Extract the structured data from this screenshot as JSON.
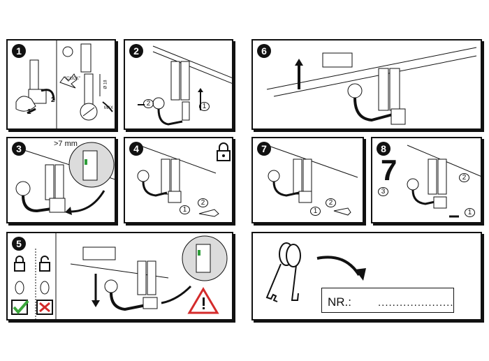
{
  "colors": {
    "ink": "#111111",
    "check": "#3aa63a",
    "cross": "#d42b2b",
    "warning": "#d42b2b",
    "fill_gray": "#dcdcdc",
    "accent_green": "#2e9e3a"
  },
  "steps": [
    {
      "num": "1",
      "labels": {
        "a": "1",
        "b": "2",
        "click": "\"CLICK\"",
        "dia": "Ø 18",
        "max": "MAX"
      }
    },
    {
      "num": "2",
      "labels": {
        "a": "2",
        "b": "1"
      }
    },
    {
      "num": "3",
      "labels": {
        "gap": ">7 mm"
      }
    },
    {
      "num": "4",
      "labels": {
        "a": "1",
        "b": "2"
      }
    },
    {
      "num": "5",
      "labels": {}
    },
    {
      "num": "6",
      "labels": {}
    },
    {
      "num": "7",
      "labels": {
        "a": "1",
        "b": "2"
      }
    },
    {
      "num": "8",
      "labels": {
        "a": "3",
        "b": "2",
        "c": "1",
        "seven": "7"
      }
    }
  ],
  "key_panel": {
    "nr_label": "NR.:",
    "dots": "....................."
  },
  "icons": [
    "padlock-closed-icon",
    "padlock-open-icon",
    "check-icon",
    "cross-icon",
    "warning-icon",
    "key-icon",
    "pen-icon",
    "arrow-icon"
  ]
}
